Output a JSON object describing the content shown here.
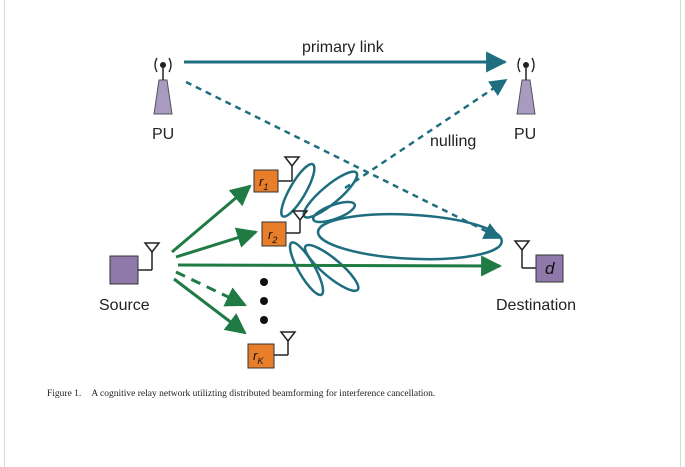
{
  "labels": {
    "primary_link": "primary link",
    "pu_left": "PU",
    "pu_right": "PU",
    "nulling": "nulling",
    "source": "Source",
    "destination": "Destination"
  },
  "relays": {
    "r1": {
      "base": "r",
      "sub": "1"
    },
    "r2": {
      "base": "r",
      "sub": "2"
    },
    "rk": {
      "base": "r",
      "sub": "K"
    }
  },
  "destination_symbol": "d",
  "caption": {
    "number": "Figure 1.",
    "text": "A cognitive relay network utilizting distributed beamforming for interference cancellation."
  },
  "colors": {
    "primary": "#1f6e80",
    "relay_link": "#1f7a44",
    "relay_box": "#e87e2a",
    "node_box": "#8f78aa",
    "tower": "#a99ac2"
  }
}
